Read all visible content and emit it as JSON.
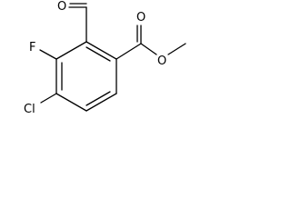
{
  "diagram_type": "skeletal chemical structure",
  "atoms": {
    "aldehyde_oxygen": "O",
    "fluorine": "F",
    "ester_carbonyl_oxygen": "O",
    "ester_ether_oxygen": "O",
    "chlorine": "Cl"
  },
  "colors": {
    "bond": "#000000",
    "label": "#000000",
    "background": "#ffffff"
  }
}
